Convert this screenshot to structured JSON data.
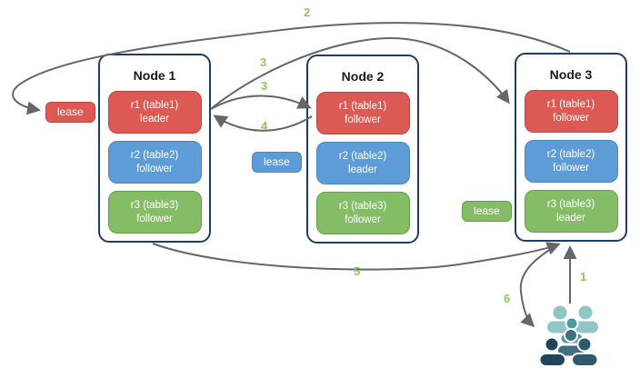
{
  "colors": {
    "red": "#dc5954",
    "red-border": "#c04540",
    "blue": "#5d9cd6",
    "blue-border": "#4788c4",
    "green": "#85bd66",
    "green-border": "#649f48",
    "arrow": "#63666a",
    "step": "#8fc463",
    "node-border": "#1f3c64",
    "title": "#1a1a1a",
    "people-light": "#91c6c7",
    "people-mid": "#4a9aa3",
    "people-slate": "#41707f",
    "people-navy": "#1f455c",
    "people-dark": "#2d5a6d"
  },
  "nodes": [
    {
      "title": "Node 1",
      "replicas": [
        {
          "range": "r1 (table1)",
          "role": "leader",
          "color": "red"
        },
        {
          "range": "r2 (table2)",
          "role": "follower",
          "color": "blue"
        },
        {
          "range": "r3 (table3)",
          "role": "follower",
          "color": "green"
        }
      ]
    },
    {
      "title": "Node 2",
      "replicas": [
        {
          "range": "r1 (table1)",
          "role": "follower",
          "color": "red"
        },
        {
          "range": "r2 (table2)",
          "role": "leader",
          "color": "blue"
        },
        {
          "range": "r3 (table3)",
          "role": "follower",
          "color": "green"
        }
      ]
    },
    {
      "title": "Node 3",
      "replicas": [
        {
          "range": "r1 (table1)",
          "role": "follower",
          "color": "red"
        },
        {
          "range": "r2 (table2)",
          "role": "follower",
          "color": "blue"
        },
        {
          "range": "r3 (table3)",
          "role": "leader",
          "color": "green"
        }
      ]
    }
  ],
  "leases": [
    {
      "label": "lease",
      "color": "red"
    },
    {
      "label": "lease",
      "color": "blue"
    },
    {
      "label": "lease",
      "color": "green"
    }
  ],
  "steps": [
    {
      "text": "1"
    },
    {
      "text": "2"
    },
    {
      "text": "3"
    },
    {
      "text": "3"
    },
    {
      "text": "4"
    },
    {
      "text": "5"
    },
    {
      "text": "6"
    }
  ],
  "icons": {
    "clients": "people-group-icon"
  }
}
